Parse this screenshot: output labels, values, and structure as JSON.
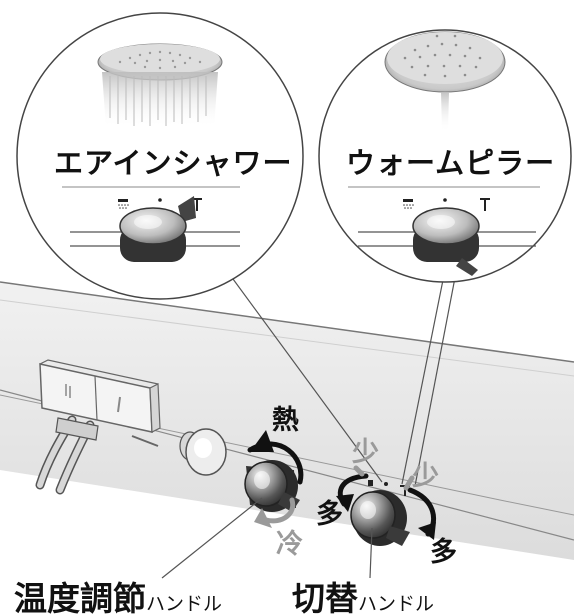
{
  "circle_left": {
    "title": "エアインシャワー"
  },
  "circle_right": {
    "title": "ウォームピラー"
  },
  "temperature_arrows": {
    "hot": "熱",
    "cold": "冷"
  },
  "switch_arrows": {
    "less_left": "少",
    "more_left": "多",
    "less_right": "少",
    "more_right": "多"
  },
  "bottom_labels": {
    "temperature_main": "温度調節",
    "temperature_sub": "ハンドル",
    "switch_main": "切替",
    "switch_sub": "ハンドル"
  }
}
